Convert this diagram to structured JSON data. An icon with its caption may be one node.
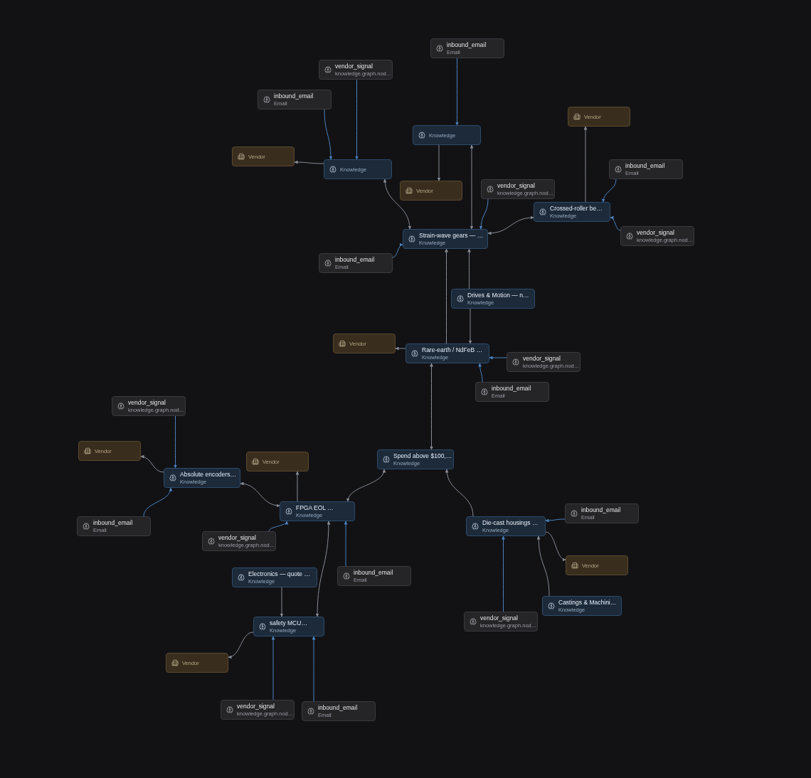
{
  "diagram": {
    "nodes": [
      {
        "text": [
          "inbound_email",
          "Email"
        ]
      },
      {
        "text": [
          "vendor_signal",
          "knowledge.graph.nod…"
        ]
      },
      {
        "text": [
          "inbound_email",
          "Email"
        ]
      },
      {
        "text": [
          "Vendor"
        ]
      },
      {
        "text": [
          "Knowledge"
        ]
      },
      {
        "text": [
          "Vendor"
        ]
      },
      {
        "text": [
          "Knowledge"
        ]
      },
      {
        "text": [
          "inbound_email",
          "Email"
        ]
      },
      {
        "text": [
          "Vendor"
        ]
      },
      {
        "text": [
          "vendor_signal",
          "knowledge.graph.nod…"
        ]
      },
      {
        "text": [
          "Crossed-roller be…",
          "Knowledge"
        ]
      },
      {
        "text": [
          "vendor_signal",
          "knowledge.graph.nod…"
        ]
      },
      {
        "text": [
          "Strain-wave gears — …",
          "Knowledge"
        ]
      },
      {
        "text": [
          "inbound_email",
          "Email"
        ]
      },
      {
        "text": [
          "Drives & Motion — n…",
          "Knowledge"
        ]
      },
      {
        "text": [
          "Vendor"
        ]
      },
      {
        "text": [
          "Rare-earth / NdFeB …",
          "Knowledge"
        ]
      },
      {
        "text": [
          "vendor_signal",
          "knowledge.graph.nod…"
        ]
      },
      {
        "text": [
          "inbound_email",
          "Email"
        ]
      },
      {
        "text": [
          "vendor_signal",
          "knowledge.graph.nod…"
        ]
      },
      {
        "text": [
          "Vendor"
        ]
      },
      {
        "text": [
          "Spend above $100,…",
          "Knowledge"
        ]
      },
      {
        "text": [
          "Vendor"
        ]
      },
      {
        "text": [
          "Absolute encoders…",
          "Knowledge"
        ]
      },
      {
        "text": [
          "FPGA EOL …",
          "Knowledge"
        ]
      },
      {
        "text": [
          "inbound_email",
          "Email"
        ]
      },
      {
        "text": [
          "inbound_email",
          "Email"
        ]
      },
      {
        "text": [
          "Die-cast housings …",
          "Knowledge"
        ]
      },
      {
        "text": [
          "vendor_signal",
          "knowledge.graph.nod…"
        ]
      },
      {
        "text": [
          "Vendor"
        ]
      },
      {
        "text": [
          "inbound_email",
          "Email"
        ]
      },
      {
        "text": [
          "Electronics — quote …",
          "Knowledge"
        ]
      },
      {
        "text": [
          "Castings & Machini…",
          "Knowledge"
        ]
      },
      {
        "text": [
          "vendor_signal",
          "knowledge.graph.nod…"
        ]
      },
      {
        "text": [
          "safety MCU…",
          "Knowledge"
        ]
      },
      {
        "text": [
          "Vendor"
        ]
      },
      {
        "text": [
          "vendor_signal",
          "knowledge.graph.nod…"
        ]
      },
      {
        "text": [
          "inbound_email",
          "Email"
        ]
      }
    ],
    "edges": [
      {
        "from": 0,
        "to": 4,
        "arrow": "to",
        "color": "#4a82c0"
      },
      {
        "from": 1,
        "to": 6,
        "arrow": "to",
        "color": "#4a82c0"
      },
      {
        "from": 2,
        "to": 6,
        "arrow": "to",
        "color": "#4a82c0"
      },
      {
        "from": 6,
        "to": 5,
        "arrow": "to"
      },
      {
        "from": 4,
        "to": 8,
        "arrow": "to"
      },
      {
        "from": 4,
        "to": 12,
        "arrow": "both"
      },
      {
        "from": 10,
        "to": 3,
        "arrow": "to"
      },
      {
        "from": 7,
        "to": 10,
        "arrow": "to",
        "color": "#4a82c0"
      },
      {
        "from": 9,
        "to": 12,
        "arrow": "to",
        "color": "#4a82c0"
      },
      {
        "from": 6,
        "to": 12,
        "arrow": "both"
      },
      {
        "from": 10,
        "to": 12,
        "arrow": "both"
      },
      {
        "from": 11,
        "to": 10,
        "arrow": "to",
        "color": "#4a82c0"
      },
      {
        "from": 13,
        "to": 12,
        "arrow": "to",
        "color": "#4a82c0"
      },
      {
        "from": 14,
        "to": 12,
        "arrow": "to"
      },
      {
        "from": 14,
        "to": 16,
        "arrow": "to"
      },
      {
        "from": 16,
        "to": 12,
        "arrow": "to"
      },
      {
        "from": 16,
        "to": 15,
        "arrow": "to"
      },
      {
        "from": 17,
        "to": 16,
        "arrow": "to",
        "color": "#4a82c0"
      },
      {
        "from": 18,
        "to": 16,
        "arrow": "to",
        "color": "#4a82c0"
      },
      {
        "from": 21,
        "to": 16,
        "arrow": "both"
      },
      {
        "from": 19,
        "to": 23,
        "arrow": "to",
        "color": "#4a82c0"
      },
      {
        "from": 23,
        "to": 20,
        "arrow": "to"
      },
      {
        "from": 24,
        "to": 22,
        "arrow": "to"
      },
      {
        "from": 24,
        "to": 21,
        "arrow": "both"
      },
      {
        "from": 23,
        "to": 24,
        "arrow": "both"
      },
      {
        "from": 26,
        "to": 23,
        "arrow": "to",
        "color": "#4a82c0"
      },
      {
        "from": 25,
        "to": 27,
        "arrow": "to",
        "color": "#4a82c0"
      },
      {
        "from": 27,
        "to": 21,
        "arrow": "to"
      },
      {
        "from": 27,
        "to": 29,
        "arrow": "to"
      },
      {
        "from": 28,
        "to": 24,
        "arrow": "to",
        "color": "#4a82c0"
      },
      {
        "from": 30,
        "to": 24,
        "arrow": "to",
        "color": "#4a82c0"
      },
      {
        "from": 24,
        "to": 34,
        "arrow": "both"
      },
      {
        "from": 31,
        "to": 34,
        "arrow": "to"
      },
      {
        "from": 34,
        "to": 35,
        "arrow": "to"
      },
      {
        "from": 36,
        "to": 34,
        "arrow": "to",
        "color": "#4a82c0"
      },
      {
        "from": 37,
        "to": 34,
        "arrow": "to",
        "color": "#4a82c0"
      },
      {
        "from": 33,
        "to": 27,
        "arrow": "to",
        "color": "#4a82c0"
      },
      {
        "from": 32,
        "to": 27,
        "arrow": "to"
      }
    ]
  }
}
